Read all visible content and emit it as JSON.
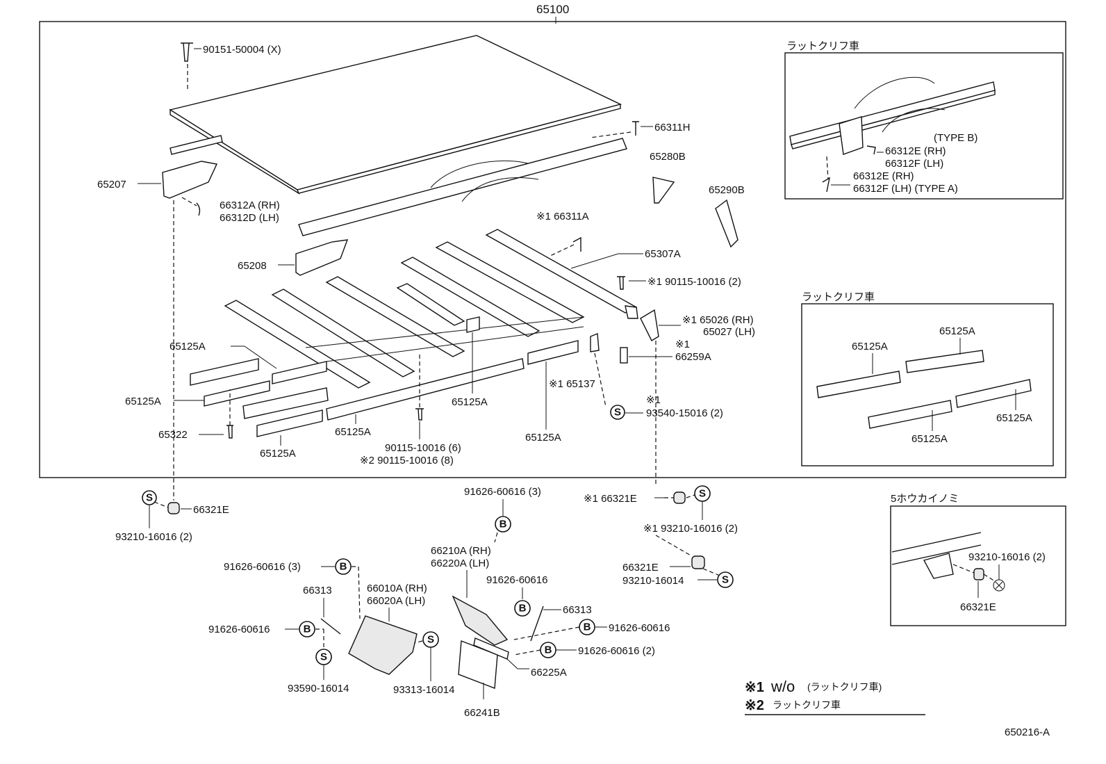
{
  "assembly_number": "65100",
  "diagram_code": "650216-A",
  "inset_title_1": "ラットクリフ車",
  "inset_title_2": "ラットクリフ車",
  "inset_title_3": "5ホウカイノミ",
  "legend": {
    "note1_mark": "※1",
    "note1_text": "w/o",
    "note1_sub": "(ラットクリフ車)",
    "note2_mark": "※2",
    "note2_text": "ラットクリフ車"
  },
  "symbols": {
    "s": "S",
    "b": "B"
  },
  "labels": {
    "p90151": "90151-50004 (X)",
    "p66311H": "66311H",
    "p65280B": "65280B",
    "p65290B": "65290B",
    "p65207": "65207",
    "p66312A": "66312A (RH)",
    "p66312D": "66312D (LH)",
    "p66311A": "※1 66311A",
    "p65307A": "65307A",
    "p65208": "65208",
    "p90115_2": "※1 90115-10016 (2)",
    "p65026": "※1 65026 (RH)",
    "p65027": "65027 (LH)",
    "p66259A_mark": "※1",
    "p66259A": "66259A",
    "p65125A_1": "65125A",
    "p65125A_2": "65125A",
    "p65125A_3": "65125A",
    "p65125A_4": "65125A",
    "p65125A_5": "65125A",
    "p65125A_6": "65125A",
    "p65137": "※1 65137",
    "p93540_mark": "※1",
    "p93540": "93540-15016 (2)",
    "p65322": "65322",
    "p90115_6": "90115-10016 (6)",
    "p90115_8": "※2 90115-10016 (8)",
    "p66321E_1": "66321E",
    "p93210_1": "93210-16016 (2)",
    "p91626_3a": "91626-60616 (3)",
    "p66210A": "66210A (RH)",
    "p66220A": "66220A (LH)",
    "p91626_3b": "91626-60616 (3)",
    "p66010A": "66010A (RH)",
    "p66020A": "66020A (LH)",
    "p91626_a": "91626-60616",
    "p66313_1": "66313",
    "p66313_2": "66313",
    "p91626_b": "91626-60616",
    "p91626_c": "91626-60616",
    "p91626_2": "91626-60616 (2)",
    "p93590": "93590-16014",
    "p93313": "93313-16014",
    "p66225A": "66225A",
    "p66241B": "66241B",
    "p66321E_2": "※1 66321E",
    "p93210_2": "※1 93210-16016 (2)",
    "p66321E_3": "66321E",
    "p93210_16014": "93210-16014",
    "i1_typeB": "(TYPE  B)",
    "i1_66312E": "66312E (RH)",
    "i1_66312F": "66312F (LH)",
    "i1_66312E_2": "66312E (RH)",
    "i1_66312F_2": "66312F (LH) (TYPE  A)",
    "i2_65125A_1": "65125A",
    "i2_65125A_2": "65125A",
    "i2_65125A_3": "65125A",
    "i2_65125A_4": "65125A",
    "i3_93210": "93210-16016 (2)",
    "i3_66321E": "66321E"
  }
}
